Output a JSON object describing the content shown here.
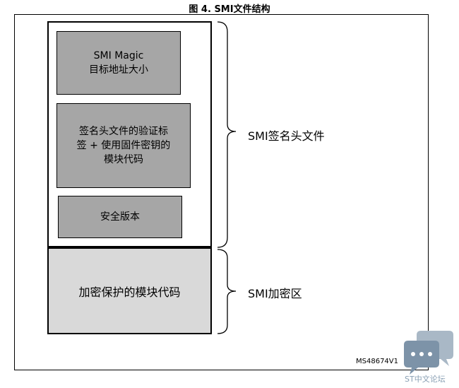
{
  "title": "图 4. SMI文件结构",
  "blocks": {
    "magic": "SMI Magic\n目标地址大小",
    "signature": "签名头文件的验证标\n签 + 使用固件密钥的\n模块代码",
    "security_version": "安全版本",
    "protected_code": "加密保护的模块代码"
  },
  "labels": {
    "header": "SMI签名头文件",
    "encrypted": "SMI加密区"
  },
  "figure_code": "MS48674V1",
  "watermark_text": "ST中文论坛"
}
